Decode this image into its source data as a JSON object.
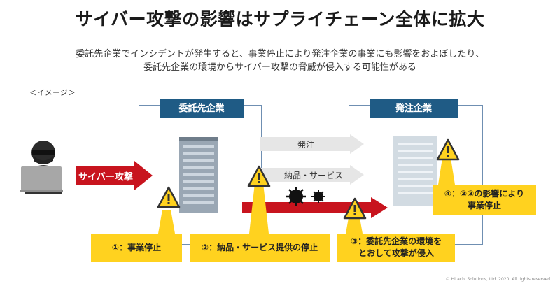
{
  "title": "サイバー攻撃の影響はサプライチェーン全体に拡大",
  "subtitle_lines": [
    "委託先企業でインシデントが発生すると、事業停止により発注企業の事業にも影響をおよぼしたり、",
    "委託先企業の環境からサイバー攻撃の脅威が侵入する可能性がある"
  ],
  "image_note": "＜イメージ＞",
  "boxes": {
    "vendor": {
      "label": "委託先企業"
    },
    "orderer": {
      "label": "発注企業"
    }
  },
  "arrows": {
    "cyber_attack": "サイバー攻撃",
    "order": "発注",
    "delivery": "納品・サービス"
  },
  "callouts": {
    "c1": "①：事業停止",
    "c2": "②：納品・サービス提供の停止",
    "c3_line1": "③：委託先企業の環境を",
    "c3_line2": "とおして攻撃が侵入",
    "c4_line1": "④：②③の影響により",
    "c4_line2": "事業停止"
  },
  "copyright": "© Hitachi Solutions, Ltd. 2020. All rights reserved.",
  "colors": {
    "box_header": "#1f5b85",
    "box_border": "#6f8fb2",
    "red_arrow": "#c8141e",
    "gray_arrow": "#e6e6e6",
    "callout": "#ffd21f"
  },
  "icons": [
    "hacker-icon",
    "laptop-icon",
    "building-icon",
    "warning-icon",
    "virus-icon"
  ]
}
